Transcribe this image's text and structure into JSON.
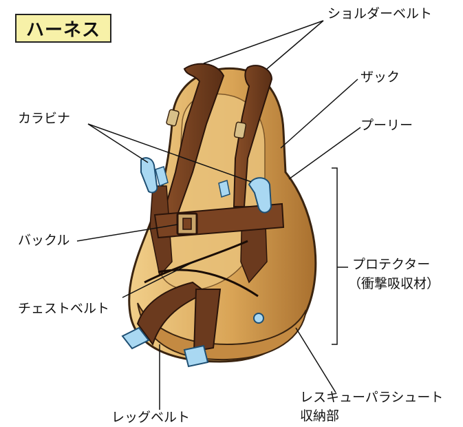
{
  "title": "ハーネス",
  "labels": {
    "shoulder_belt": "ショルダーベルト",
    "sack": "ザック",
    "pulley": "プーリー",
    "carabiner": "カラビナ",
    "protector": "プロテクター",
    "protector_note": "（衝撃吸収材）",
    "buckle": "バックル",
    "chest_belt": "チェストベルト",
    "reserve_line1": "レスキューパラシュート",
    "reserve_line2": "収納部",
    "leg_belt": "レッグベルト"
  },
  "colors": {
    "title_bg": "#f7f1a8",
    "pack_light": "#e0b46a",
    "pack_dark": "#b37a33",
    "belt": "#6b3a1e",
    "belt_dark": "#3f1f0e",
    "metal": "#a9d8f2"
  }
}
